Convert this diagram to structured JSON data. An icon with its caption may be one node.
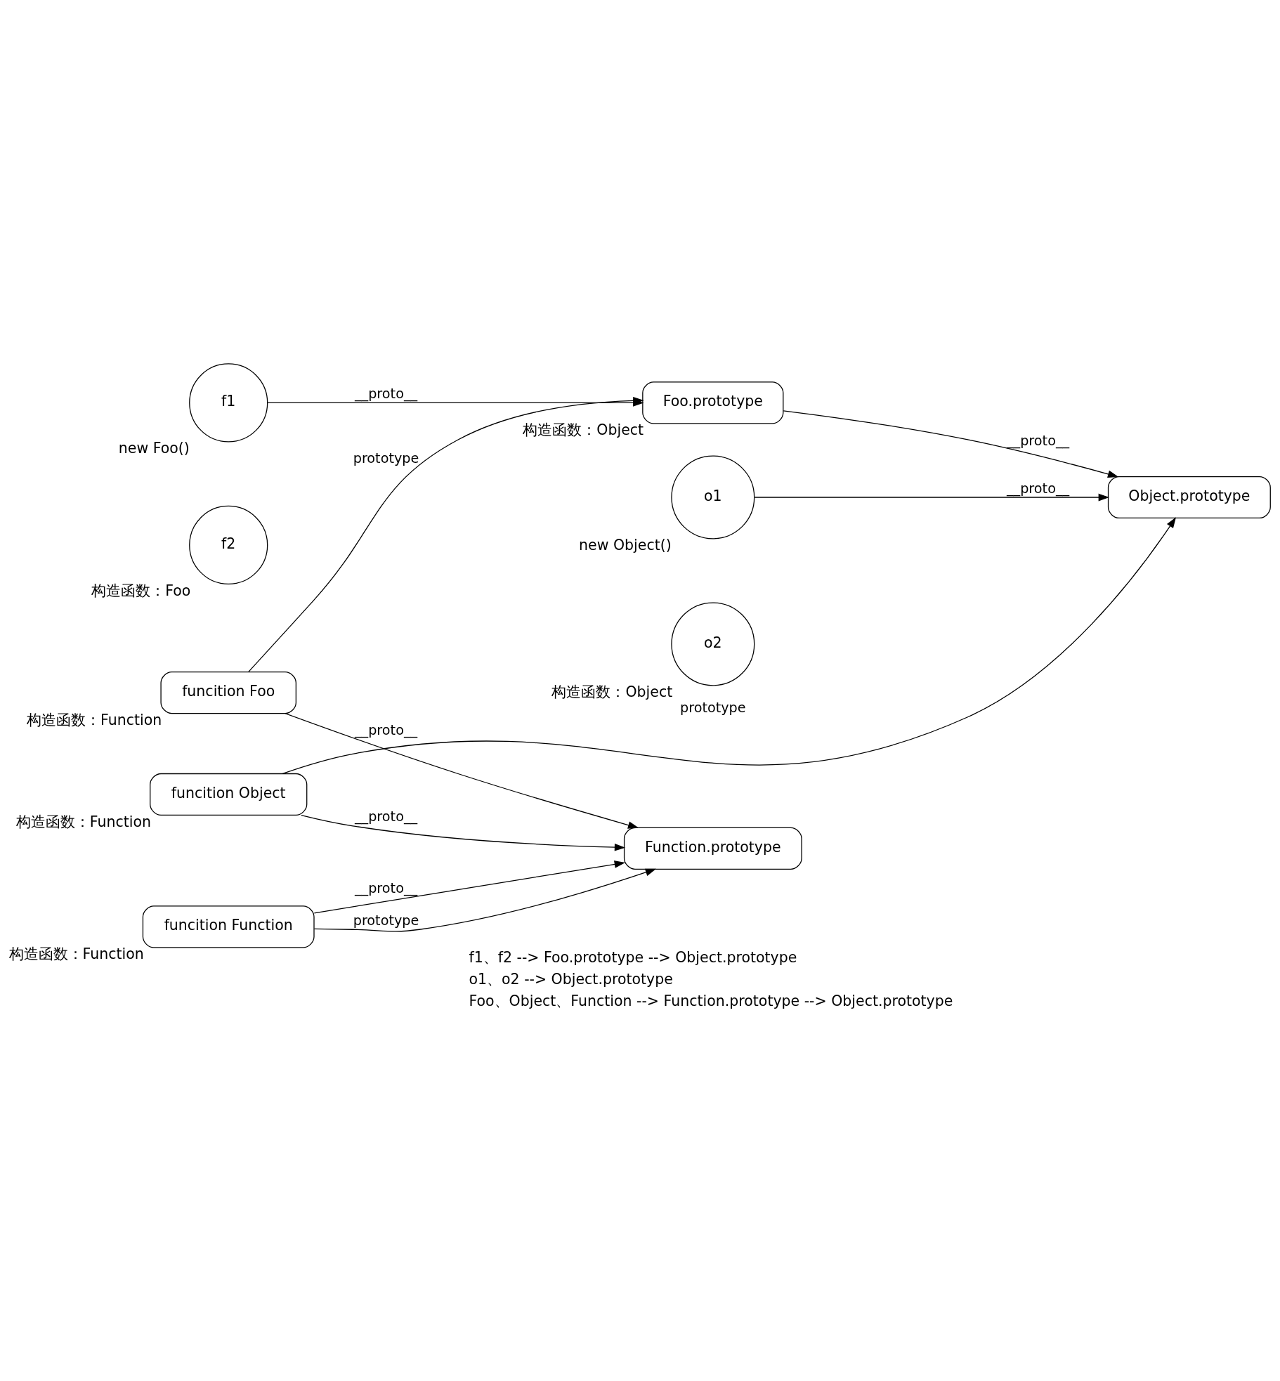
{
  "diagram": {
    "nodes": [
      {
        "text": [
          "f1"
        ],
        "beside": [
          "new Foo()"
        ]
      },
      {
        "text": [
          "f2"
        ],
        "beside": [
          "构造函数：Foo"
        ]
      },
      {
        "text": [
          "funcition Foo"
        ],
        "beside": [
          "构造函数：Function"
        ]
      },
      {
        "text": [
          "Foo.prototype"
        ],
        "beside": [
          "构造函数：Object"
        ]
      },
      {
        "text": [
          "o1"
        ],
        "beside": [
          "new Object()"
        ]
      },
      {
        "text": [
          "o2"
        ],
        "beside": [
          "构造函数：Object"
        ]
      },
      {
        "text": [
          "funcition Object"
        ],
        "beside": [
          "构造函数：Function"
        ]
      },
      {
        "text": [
          "Object.prototype"
        ]
      },
      {
        "text": [
          "funcition Function"
        ],
        "beside": [
          "构造函数：Function"
        ]
      },
      {
        "text": [
          "Function.prototype"
        ]
      }
    ],
    "edges": [
      {
        "from": 0,
        "to": 3,
        "arrow": "to",
        "label": "__proto__"
      },
      {
        "from": 2,
        "to": 3,
        "arrow": "to",
        "label": "prototype"
      },
      {
        "from": 2,
        "to": 9,
        "arrow": "to",
        "label": "__proto__"
      },
      {
        "from": 3,
        "to": 7,
        "arrow": "to",
        "label": "__proto__"
      },
      {
        "from": 4,
        "to": 7,
        "arrow": "to",
        "label": "__proto__"
      },
      {
        "from": 6,
        "to": 7,
        "arrow": "to",
        "label": "prototype"
      },
      {
        "from": 6,
        "to": 9,
        "arrow": "to",
        "label": "__proto__"
      },
      {
        "from": 8,
        "to": 9,
        "arrow": "to",
        "label": "__proto__"
      },
      {
        "from": 8,
        "to": 9,
        "arrow": "to",
        "label": "prototype"
      }
    ],
    "labels": [
      "f1、f2 --> Foo.prototype --> Object.prototype",
      "o1、o2 --> Object.prototype",
      "Foo、Object、Function --> Function.prototype --> Object.prototype"
    ]
  }
}
